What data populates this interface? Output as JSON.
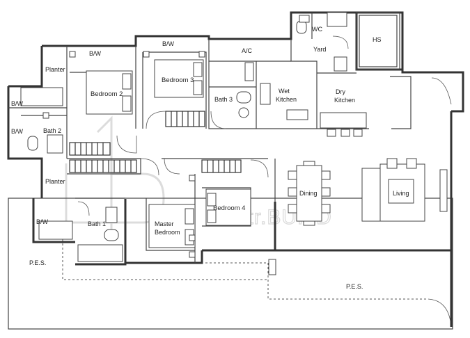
{
  "labels": {
    "bw_top_left": "B/W",
    "bw_top_mid": "B/W",
    "ac": "A/C",
    "wc": "WC",
    "hs": "HS",
    "yard": "Yard",
    "planter_top": "Planter",
    "bedroom2": "Bedroom 2",
    "bedroom3": "Bedroom 3",
    "bath3": "Bath 3",
    "wet_kitchen_1": "Wet",
    "wet_kitchen_2": "Kitchen",
    "dry_kitchen_1": "Dry",
    "dry_kitchen_2": "Kitchen",
    "bw_side_1": "B/W",
    "bw_side_2": "B/W",
    "bath2": "Bath 2",
    "planter_bottom": "Planter",
    "dining": "Dining",
    "living": "Living",
    "bedroom4": "Bedroom 4",
    "bw_bottom": "B/W",
    "bath1": "Bath 1",
    "master_1": "Master",
    "master_2": "Bedroom",
    "pes_left": "P.E.S.",
    "pes_right": "P.E.S."
  },
  "watermark": "ontr.BUILD"
}
